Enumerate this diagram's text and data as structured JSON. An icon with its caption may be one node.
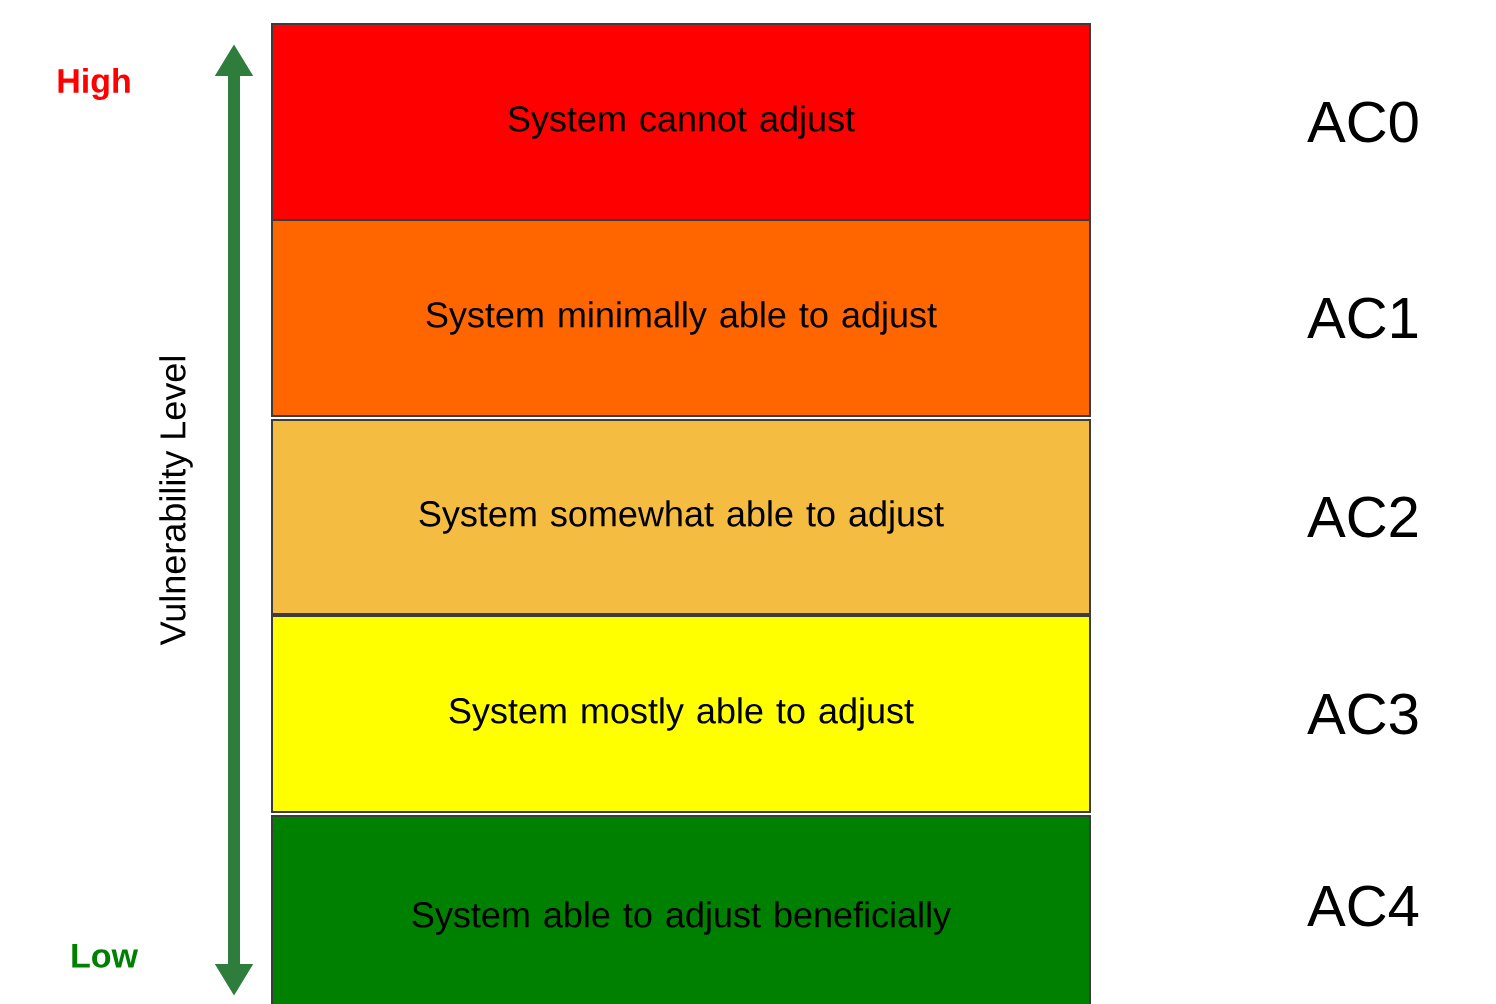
{
  "diagram": {
    "nodes": [
      {
        "text": [
          "System cannot adjust"
        ],
        "beside": [
          "AC0"
        ]
      },
      {
        "text": [
          "System minimally able to adjust"
        ],
        "beside": [
          "AC1"
        ]
      },
      {
        "text": [
          "System somewhat able to adjust"
        ],
        "beside": [
          "AC2"
        ]
      },
      {
        "text": [
          "System mostly able to adjust"
        ],
        "beside": [
          "AC3"
        ]
      },
      {
        "text": [
          "System able to adjust beneficially"
        ],
        "beside": [
          "AC4"
        ]
      }
    ],
    "labels": [
      "High",
      "Vulnerability Level",
      "Low"
    ]
  }
}
